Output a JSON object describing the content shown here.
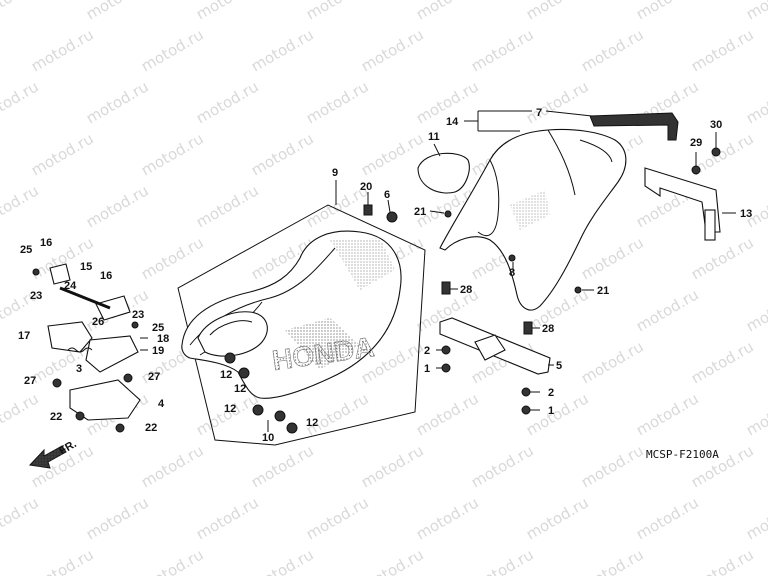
{
  "watermark": "motod.ru",
  "diagram_code": "MCSP-F2100A",
  "front_arrow": "FR.",
  "seat_logo": "HONDA",
  "callouts": [
    {
      "id": "c7",
      "text": "7"
    },
    {
      "id": "c14",
      "text": "14"
    },
    {
      "id": "c11",
      "text": "11"
    },
    {
      "id": "c30",
      "text": "30"
    },
    {
      "id": "c29",
      "text": "29"
    },
    {
      "id": "c13",
      "text": "13"
    },
    {
      "id": "c9",
      "text": "9"
    },
    {
      "id": "c20",
      "text": "20"
    },
    {
      "id": "c6",
      "text": "6"
    },
    {
      "id": "c21a",
      "text": "21"
    },
    {
      "id": "c8",
      "text": "8"
    },
    {
      "id": "c21b",
      "text": "21"
    },
    {
      "id": "c28a",
      "text": "28"
    },
    {
      "id": "c28b",
      "text": "28"
    },
    {
      "id": "c2a",
      "text": "2"
    },
    {
      "id": "c1a",
      "text": "1"
    },
    {
      "id": "c5",
      "text": "5"
    },
    {
      "id": "c2b",
      "text": "2"
    },
    {
      "id": "c1b",
      "text": "1"
    },
    {
      "id": "c25a",
      "text": "25"
    },
    {
      "id": "c16a",
      "text": "16"
    },
    {
      "id": "c23a",
      "text": "23"
    },
    {
      "id": "c15",
      "text": "15"
    },
    {
      "id": "c16b",
      "text": "16"
    },
    {
      "id": "c24",
      "text": "24"
    },
    {
      "id": "c26",
      "text": "26"
    },
    {
      "id": "c23b",
      "text": "23"
    },
    {
      "id": "c25b",
      "text": "25"
    },
    {
      "id": "c17",
      "text": "17"
    },
    {
      "id": "c18",
      "text": "18"
    },
    {
      "id": "c19",
      "text": "19"
    },
    {
      "id": "c3",
      "text": "3"
    },
    {
      "id": "c27a",
      "text": "27"
    },
    {
      "id": "c27b",
      "text": "27"
    },
    {
      "id": "c4",
      "text": "4"
    },
    {
      "id": "c22a",
      "text": "22"
    },
    {
      "id": "c22b",
      "text": "22"
    },
    {
      "id": "c12a",
      "text": "12"
    },
    {
      "id": "c12b",
      "text": "12"
    },
    {
      "id": "c12c",
      "text": "12"
    },
    {
      "id": "c12d",
      "text": "12"
    },
    {
      "id": "c10",
      "text": "10"
    }
  ]
}
